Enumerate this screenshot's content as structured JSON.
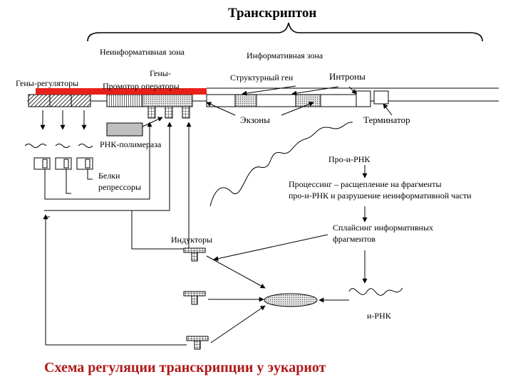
{
  "title": "Транскриптон",
  "zones": {
    "noninformative": "Неинформативная зона",
    "informative": "Информативная зона"
  },
  "labels": {
    "regulator_genes": "Гены-регуляторы",
    "operator_genes_line1": "Гены-",
    "operator_genes_line2": "Промотор операторы",
    "structural_gene": "Структурный ген",
    "introns": "Интроны",
    "exons": "Экзоны",
    "terminator": "Терминатор",
    "rna_polymerase": "РНК-полимераза",
    "pre_mrna": "Про-и-РНК",
    "repressor_proteins_line1": "Белки",
    "repressor_proteins_line2": "репрессоры",
    "processing_line1": "Процессинг – расщепление на фрагменты",
    "processing_line2": "про-и-РНК и разрушение неинформативной части",
    "splicing_line1": "Сплайсинг информативных",
    "splicing_line2": "фрагментов",
    "inductors": "Индукторы",
    "mrna": "и-РНК"
  },
  "caption": "Схема регуляции транскрипции у эукариот",
  "colors": {
    "promoter_bar": "#e8201a",
    "caption": "#b01818",
    "polymerase_fill": "#c0c0c0"
  }
}
